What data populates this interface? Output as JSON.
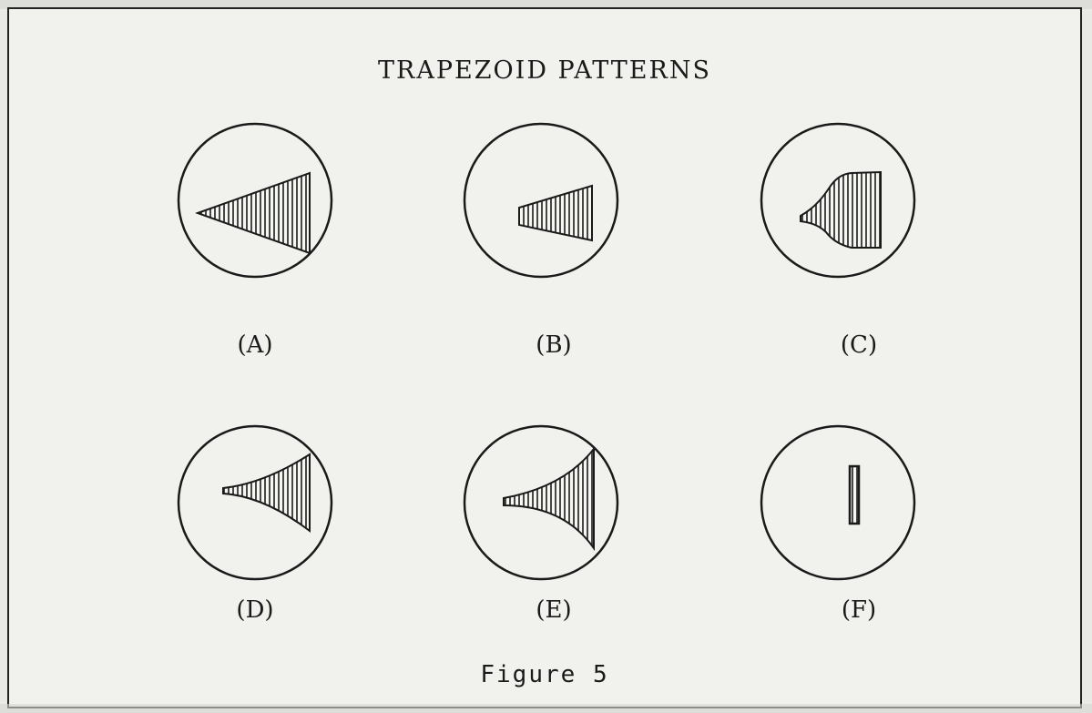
{
  "figure": {
    "title": "TRAPEZOID PATTERNS",
    "caption": "Figure  5",
    "panels": [
      {
        "id": "A",
        "label": "(A)",
        "shape": "trapezoid-pointed"
      },
      {
        "id": "B",
        "label": "(B)",
        "shape": "trapezoid-small"
      },
      {
        "id": "C",
        "label": "(C)",
        "shape": "trapezoid-curved-convex"
      },
      {
        "id": "D",
        "label": "(D)",
        "shape": "trapezoid-curved-concave-small"
      },
      {
        "id": "E",
        "label": "(E)",
        "shape": "trapezoid-curved-concave"
      },
      {
        "id": "F",
        "label": "(F)",
        "shape": "vertical-bar"
      }
    ]
  },
  "colors": {
    "ink": "#1a1a1a",
    "paper": "#f1f1ee",
    "hatch": "#3a3a3a"
  }
}
